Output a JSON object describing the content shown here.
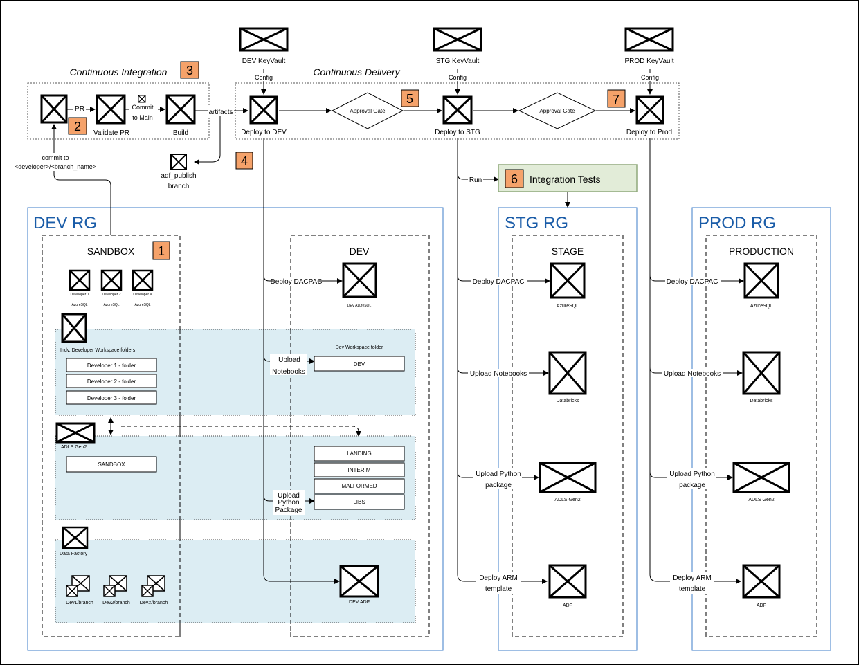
{
  "ci": {
    "title": "Continuous Integration",
    "step": "3"
  },
  "cd": {
    "title": "Continuous Delivery"
  },
  "keyvaults": {
    "dev": "DEV KeyVault",
    "stg": "STG KeyVault",
    "prod": "PROD KeyVault",
    "config": "Config"
  },
  "pipeline": {
    "pr": "PR",
    "validate_pr": "Validate PR",
    "commit_line1": "Commit",
    "commit_line2": "to Main",
    "build": "Build",
    "artifacts": "artifacts",
    "adf_publish_line1": "adf_publish",
    "adf_publish_line2": "branch",
    "commit_branch_line1": "commit to",
    "commit_branch_line2": "<developer>/<branch_name>",
    "deploy_dev": "Deploy to DEV",
    "deploy_stg": "Deploy to STG",
    "deploy_prod": "Deploy to Prod",
    "approval_gate": "Approval Gate",
    "run": "Run",
    "integration_tests": "Integration Tests"
  },
  "steps": {
    "s1": "1",
    "s2": "2",
    "s4": "4",
    "s5": "5",
    "s6": "6",
    "s7": "7"
  },
  "dev_rg": {
    "title": "DEV RG",
    "sandbox": {
      "title": "SANDBOX",
      "dev1": "Developer 1",
      "dev2": "Developer 2",
      "devx": "Developer X",
      "azuresql": "AzureSQL",
      "indv_folders": "Indv. Developer Workspace folders",
      "folders": [
        "Developer 1 - folder",
        "Developer 2 - folder",
        "Developer 3 - folder"
      ],
      "adls": "ADLS Gen2",
      "sandbox_container": "SANDBOX",
      "data_factory": "Data Factory",
      "branches": [
        "Dev1/branch",
        "Dev2/branch",
        "DevX/branch"
      ]
    },
    "dev": {
      "title": "DEV",
      "dev_azuresql": "DEV AzureSQL",
      "workspace_folder": "Dev Workspace folder",
      "dev_folder": "DEV",
      "containers": [
        "LANDING",
        "INTERIM",
        "MALFORMED",
        "LIBS"
      ],
      "dev_adf": "DEV ADF"
    }
  },
  "deploy_labels": {
    "dacpac": "Deploy DACPAC",
    "upload_line1": "Upload",
    "notebooks": "Notebooks",
    "upload_notebooks": "Upload Notebooks",
    "python_line1": "Upload",
    "python_line2": "Python",
    "python_line3": "Package",
    "upload_python": "Upload Python",
    "package": "package",
    "arm_line1": "Deploy ARM",
    "arm_line2": "template"
  },
  "stg_rg": {
    "title": "STG RG",
    "env": "STAGE",
    "azuresql": "AzureSQL",
    "databricks": "Databricks",
    "adls": "ADLS Gen2",
    "adf": "ADF"
  },
  "prod_rg": {
    "title": "PROD RG",
    "env": "PRODUCTION",
    "azuresql": "AzureSQL",
    "databricks": "Databricks",
    "adls": "ADLS Gen2",
    "adf": "ADF"
  },
  "colors": {
    "step_badge": "#f5a26a",
    "rg_border": "#3d7cc9",
    "rg_title": "#1a5ca8",
    "tests_fill": "#e2ecd8",
    "tests_border": "#90a97c",
    "zone_fill": "#dcedf3"
  }
}
